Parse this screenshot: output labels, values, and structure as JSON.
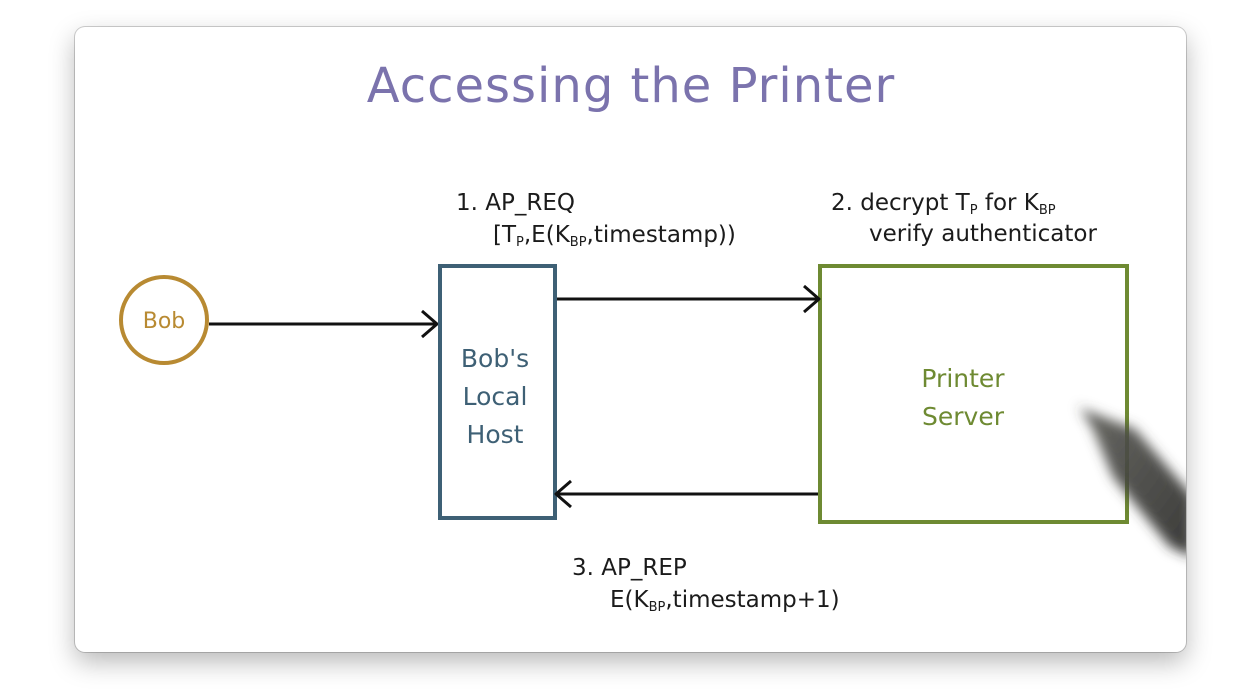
{
  "title": "Accessing the Printer",
  "nodes": {
    "bob": "Bob",
    "local_host": [
      "Bob's",
      "Local",
      "Host"
    ],
    "printer_server": [
      "Printer",
      "Server"
    ]
  },
  "steps": {
    "step1": {
      "line1": "1. AP_REQ",
      "line2_prefix": "[T",
      "line2_sub1": "P",
      "line2_mid": ",E(K",
      "line2_sub2": "BP",
      "line2_suffix": ",timestamp))"
    },
    "step2": {
      "line1_prefix": "2. decrypt T",
      "line1_sub1": "P",
      "line1_mid": " for K",
      "line1_sub2": "BP",
      "line2": "verify authenticator"
    },
    "step3": {
      "line1": "3. AP_REP",
      "line2_prefix": "E(K",
      "line2_sub": "BP",
      "line2_suffix": ",timestamp+1)"
    }
  },
  "colors": {
    "title": "#7b73ad",
    "bob": "#b88a32",
    "local_host": "#3e6075",
    "printer_server": "#6e8a32",
    "arrows": "#111111"
  }
}
